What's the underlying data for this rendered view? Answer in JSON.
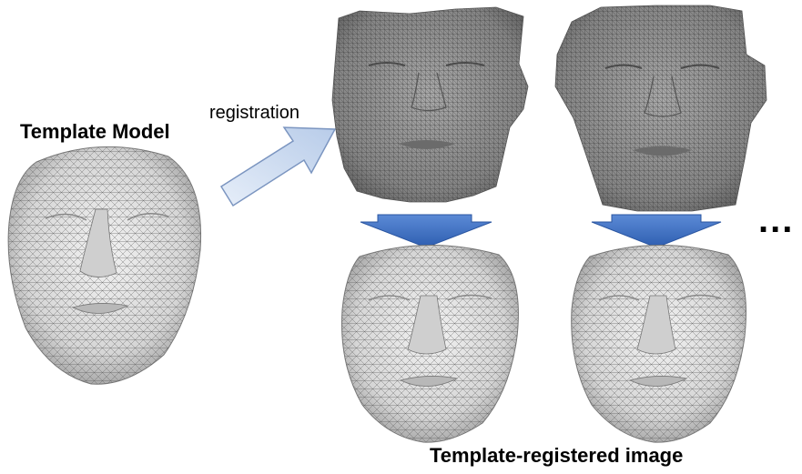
{
  "labels": {
    "template_title": "Template Model",
    "registration": "registration",
    "caption": "Template-registered image",
    "continuation": "..."
  },
  "colors": {
    "arrow_light_fill": "#c9d9ef",
    "arrow_light_stroke": "#7b95c0",
    "arrow_dark_fill": "#3f72c6",
    "scan_face": "#8a8a8a",
    "mesh_face": "#e3e3e3",
    "wire": "#555555"
  },
  "icons": {
    "diagonal_arrow": "block-arrow-up-right",
    "down_arrow": "block-arrow-down"
  }
}
